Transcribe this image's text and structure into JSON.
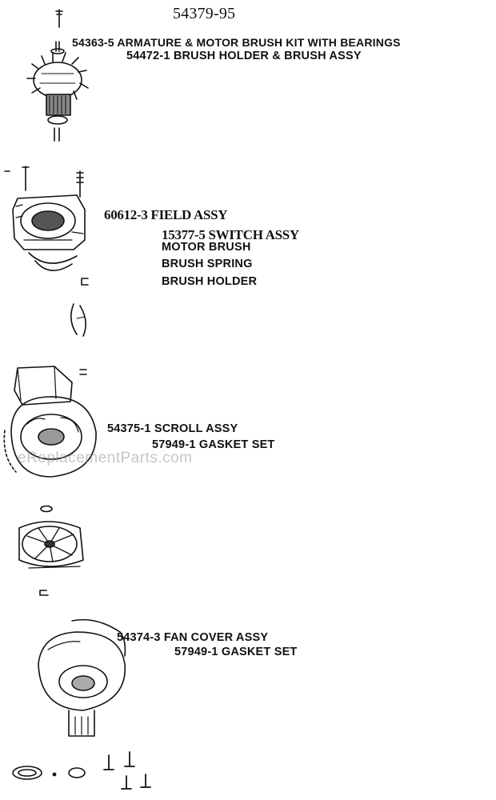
{
  "title": "54379-95",
  "watermark": "eReplacementParts.com",
  "groups": [
    {
      "id": "armature",
      "labels": [
        "54363-5 ARMATURE & MOTOR BRUSH KIT WITH BEARINGS",
        "54472-1 BRUSH HOLDER & BRUSH ASSY"
      ]
    },
    {
      "id": "field",
      "labels": [
        "60612-3 FIELD ASSY",
        "15377-5 SWITCH ASSY",
        "MOTOR BRUSH",
        "BRUSH SPRING",
        "BRUSH HOLDER"
      ]
    },
    {
      "id": "scroll",
      "labels": [
        "54375-1 SCROLL ASSY",
        "57949-1 GASKET SET"
      ]
    },
    {
      "id": "fan-cover",
      "labels": [
        "54374-3 FAN COVER ASSY",
        "57949-1 GASKET SET"
      ]
    }
  ]
}
